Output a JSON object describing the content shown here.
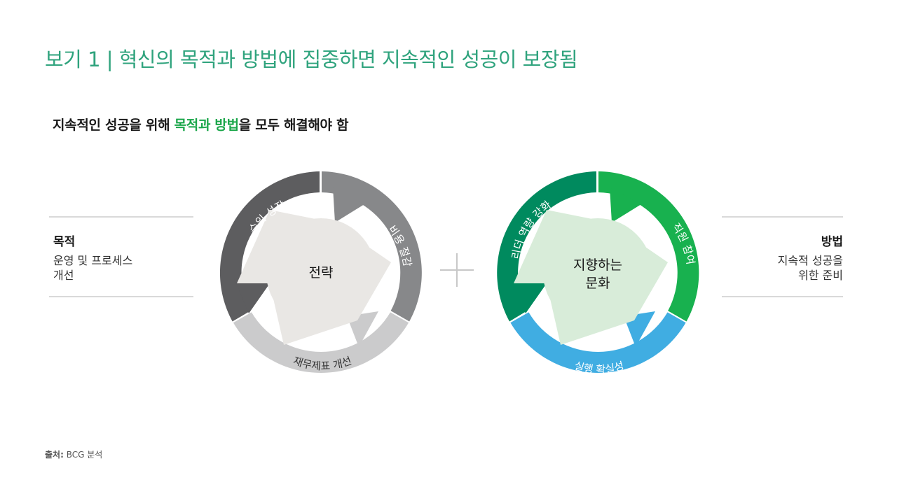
{
  "title": "보기 1 | 혁신의 목적과 방법에 집중하면 지속적인 성공이 보장됨",
  "subtitle": {
    "before": "지속적인 성공을 위해 ",
    "highlight": "목적과 방법",
    "after": "을 모두 해결해야 함"
  },
  "left_panel": {
    "heading": "목적",
    "line1": "운영 및 프로세스",
    "line2": "개선"
  },
  "right_panel": {
    "heading": "방법",
    "line1": "지속적 성공을",
    "line2": "위한 준비"
  },
  "cycle_left": {
    "center": "전략",
    "segments": [
      "수익 성장",
      "비용 절감",
      "재무제표 개선"
    ],
    "colors": {
      "top_left": "#5d5d5f",
      "right": "#87888a",
      "bottom": "#cbcbcc",
      "center": "#e9e7e4"
    }
  },
  "cycle_right": {
    "center_line1": "지향하는",
    "center_line2": "문화",
    "segments": [
      "리더 역량 강화",
      "직원 참여",
      "실행 확실성"
    ],
    "colors": {
      "top_left": "#008a5e",
      "right": "#18b14f",
      "bottom": "#40ade2",
      "center": "#d8ecd9"
    }
  },
  "plus_icon": "plus-icon",
  "source": {
    "label": "출처:",
    "text": "BCG 분석"
  }
}
